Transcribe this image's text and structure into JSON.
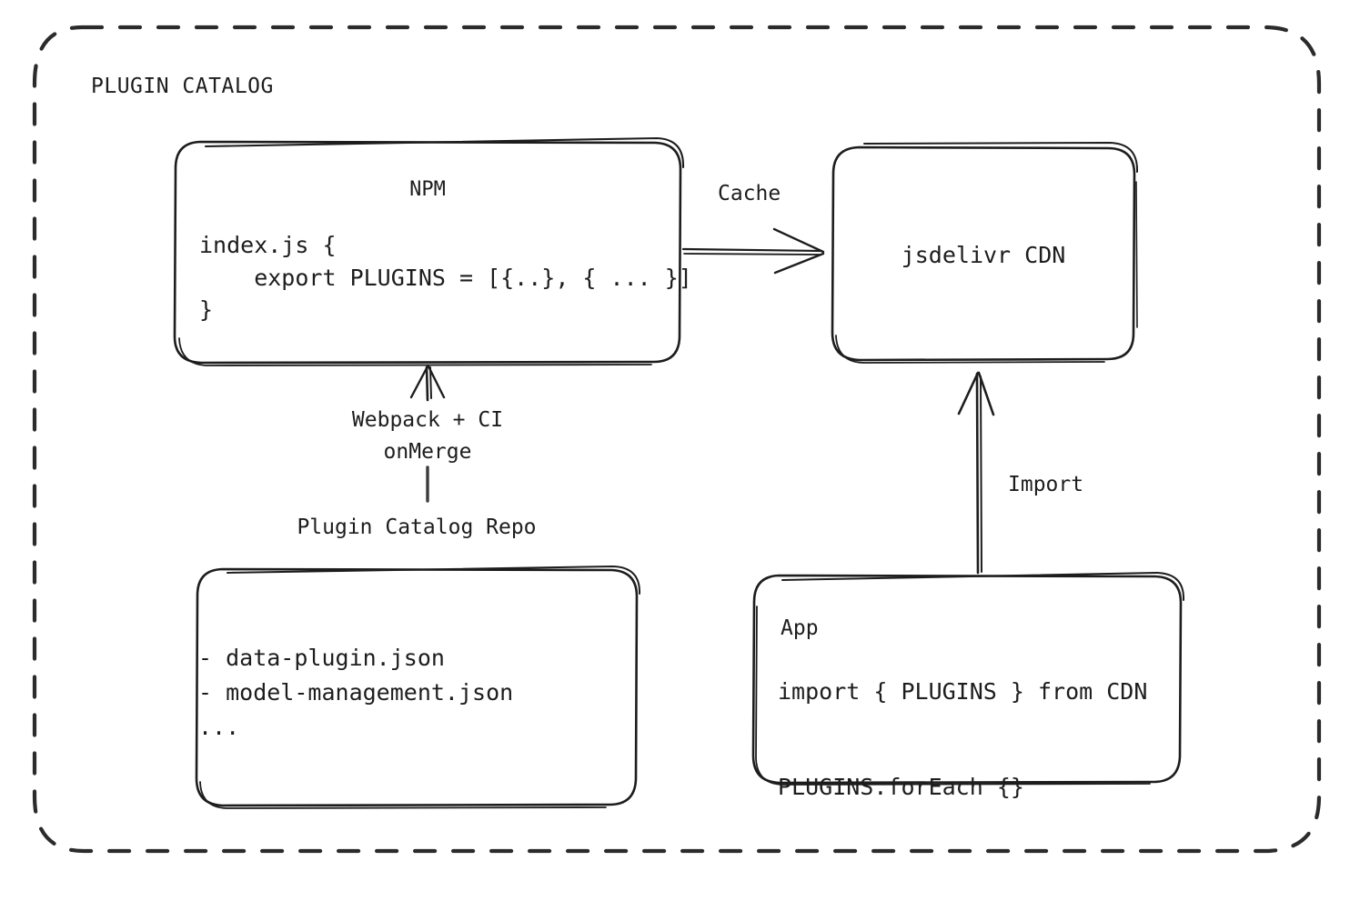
{
  "diagram": {
    "container": {
      "title": "PLUGIN CATALOG",
      "border_style": "dashed",
      "border_color": "#2b2b2b"
    },
    "stroke_color": "#1d1d1d",
    "background": "#ffffff",
    "nodes": {
      "npm": {
        "title": "NPM",
        "code": "index.js {\n    export PLUGINS = [{..}, { ... }]\n}"
      },
      "cdn": {
        "title": "jsdelivr CDN"
      },
      "repo": {
        "title": "Plugin Catalog Repo",
        "items": "- data-plugin.json\n- model-management.json\n..."
      },
      "app": {
        "title": "App",
        "code": "import { PLUGINS } from CDN\n\nPLUGINS.forEach {}"
      }
    },
    "edges": {
      "cache": {
        "label": "Cache",
        "from": "npm",
        "to": "cdn",
        "direction": "right"
      },
      "webpack": {
        "label": "Webpack + CI\nonMerge",
        "from": "repo",
        "to": "npm",
        "direction": "up"
      },
      "import": {
        "label": "Import",
        "from": "app",
        "to": "cdn",
        "direction": "up"
      }
    }
  }
}
